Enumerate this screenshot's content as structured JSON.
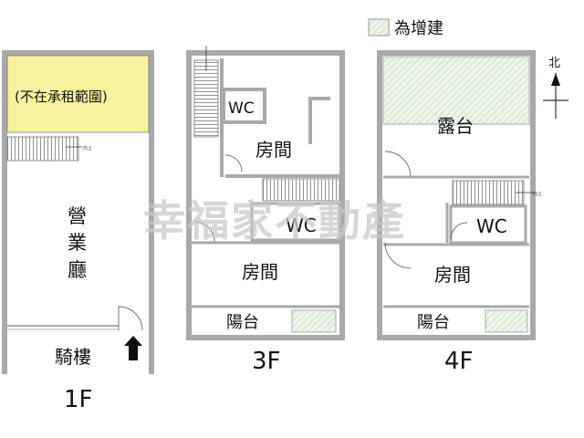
{
  "legend": {
    "label": "為增建",
    "hatch_color": "#dfeee0"
  },
  "compass": {
    "label": "北"
  },
  "watermark": "幸福家不動產",
  "stair_label": "向上",
  "colors": {
    "wall": "#a9a9a9",
    "wall_dark": "#555555",
    "excluded_fill": "#f7f39f",
    "annex_fill": "#e6f1e2"
  },
  "floors": {
    "f1": {
      "label": "1F",
      "excluded_note": "(不在承租範圍)",
      "hall_chars": [
        "營",
        "業",
        "廳"
      ],
      "arcade_label": "騎樓"
    },
    "f3": {
      "label": "3F",
      "wc": "WC",
      "room_upper": "房間",
      "room_lower": "房間",
      "balcony": "陽台"
    },
    "f4": {
      "label": "4F",
      "terrace": "露台",
      "wc": "WC",
      "room": "房間",
      "balcony": "陽台"
    }
  }
}
